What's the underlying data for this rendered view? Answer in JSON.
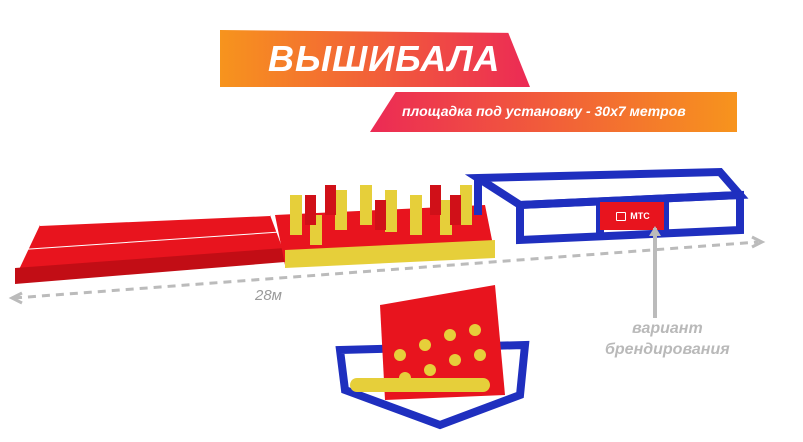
{
  "title": "ВЫШИБАЛА",
  "subtitle": "площадка под установку - 30х7 метров",
  "length_label": "28м",
  "branding_note": [
    "вариант",
    "брендирования"
  ],
  "brand_logo_text": "МТС",
  "colors": {
    "orange": "#f7941d",
    "pink": "#ec2a55",
    "red": "#e8141e",
    "blue": "#1f2fbf",
    "yellow": "#e6cf3a"
  }
}
